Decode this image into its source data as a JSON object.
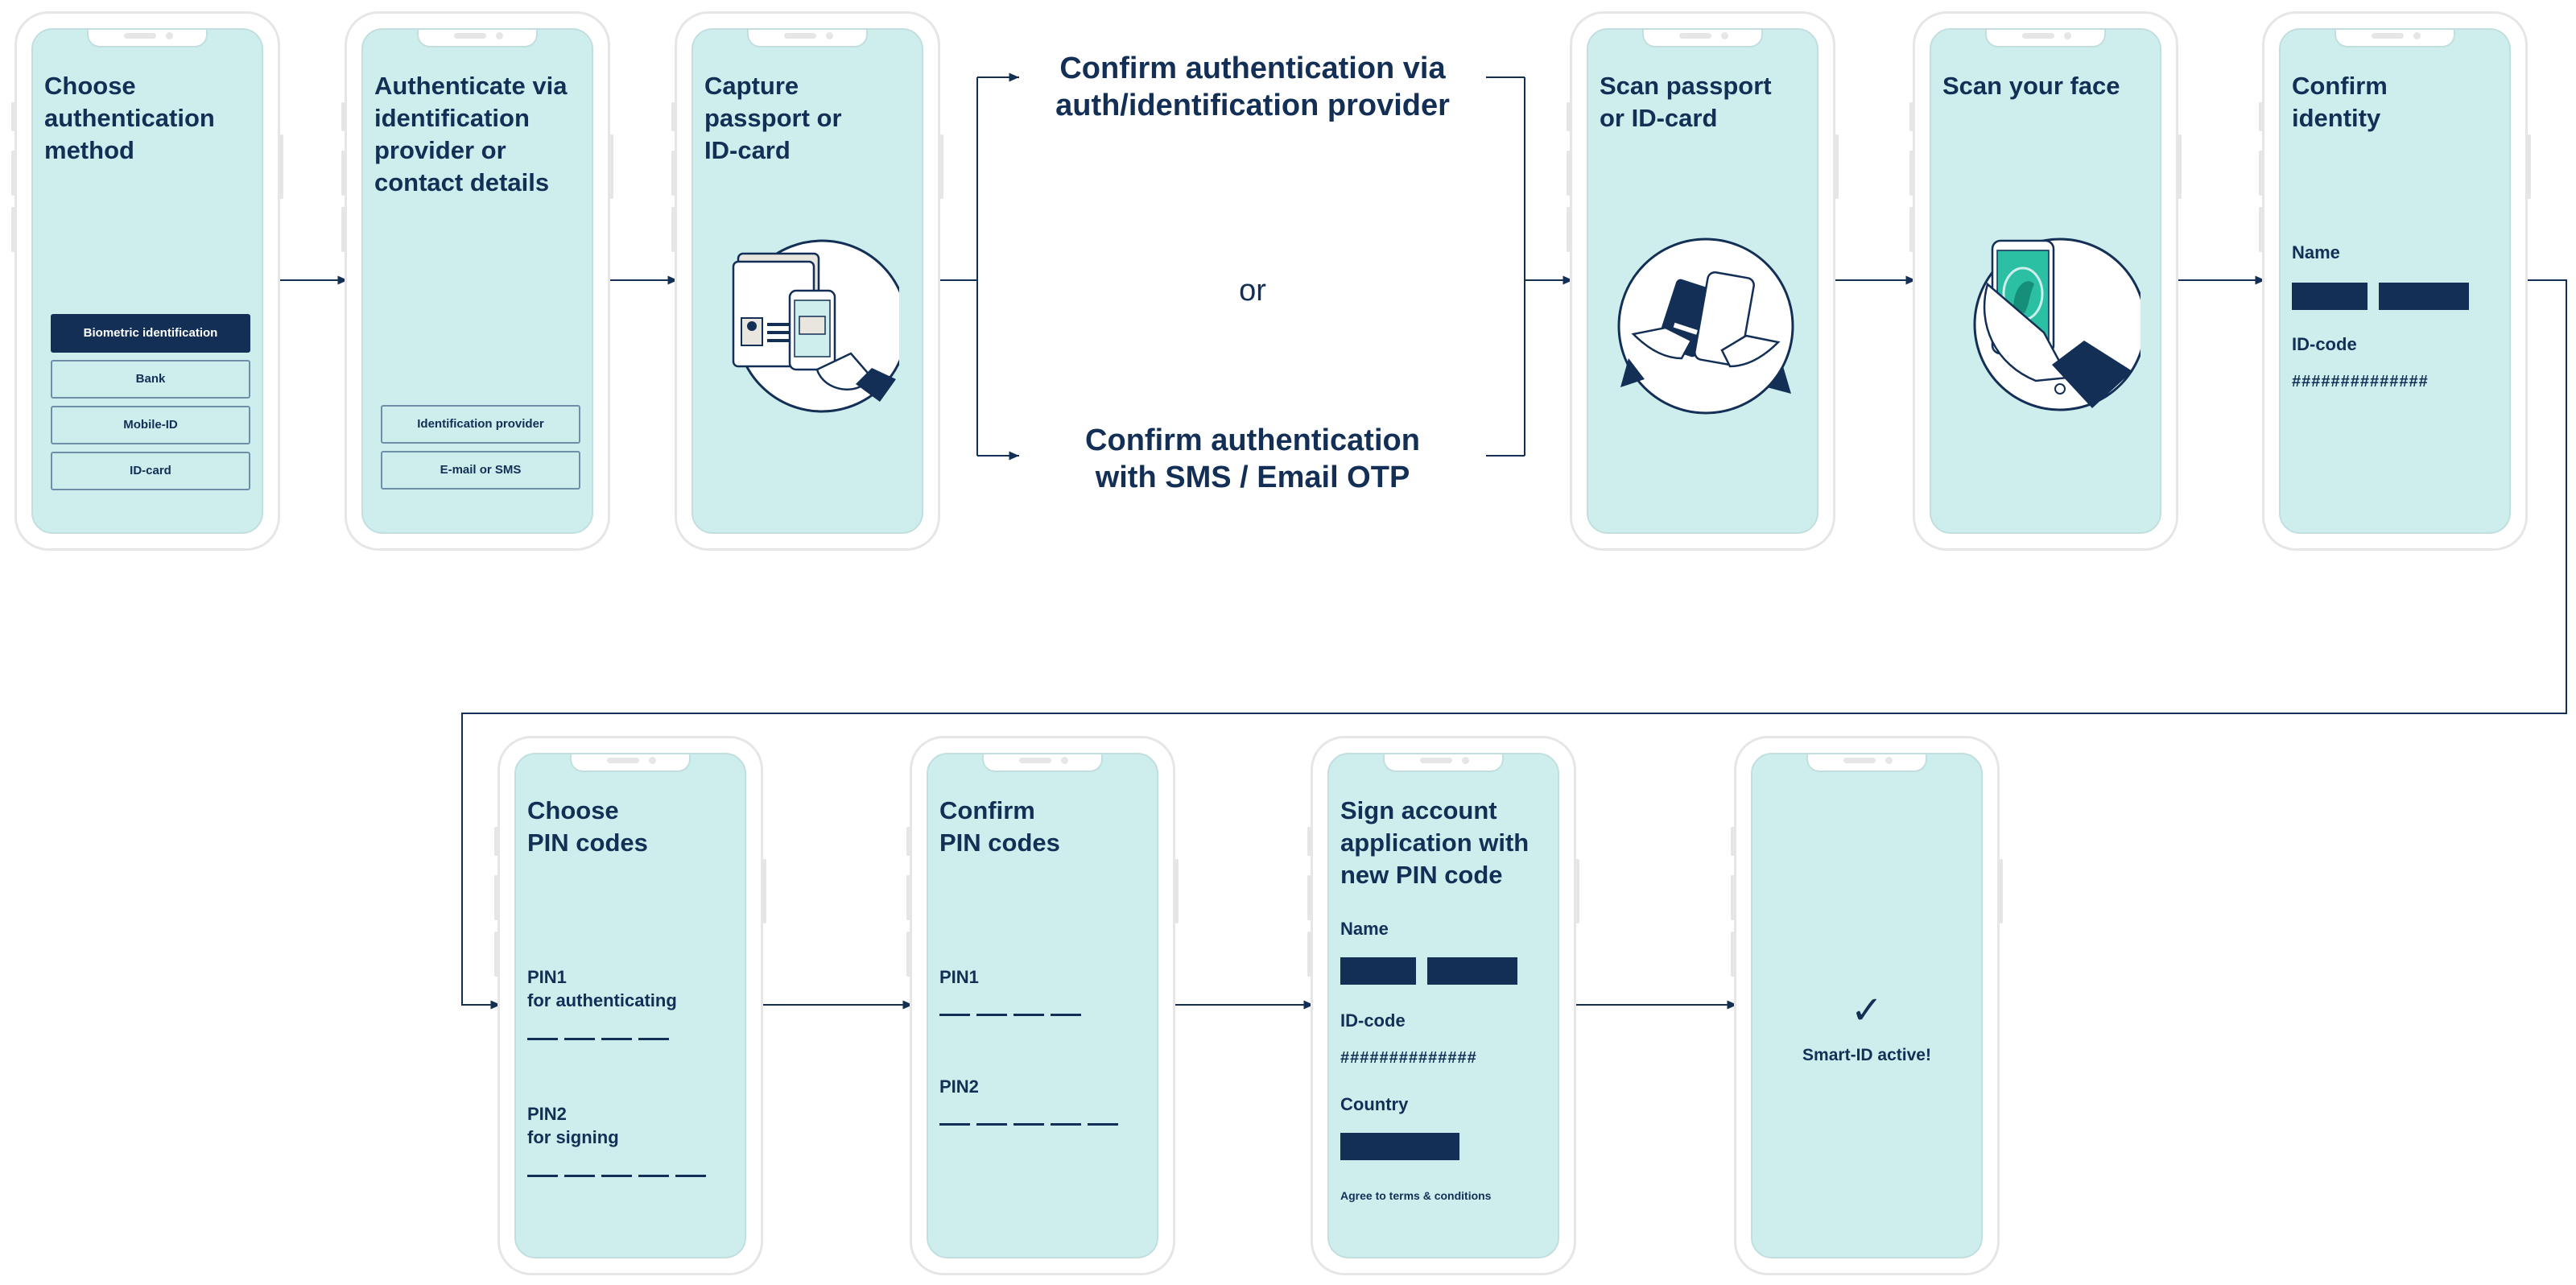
{
  "colors": {
    "navy": "#132f55",
    "screen": "#ceeeee",
    "phone_border": "#e6e6e6"
  },
  "steps": {
    "choose_method": {
      "title": "Choose\nauthentication\nmethod",
      "options": [
        "Biometric identification",
        "Bank",
        "Mobile-ID",
        "ID-card"
      ]
    },
    "authenticate": {
      "title": "Authenticate via\nidentification\nprovider or\ncontact details",
      "options": [
        "Identification provider",
        "E-mail or SMS"
      ]
    },
    "capture_document": {
      "title": "Capture\npassport or\nID-card",
      "illustration": "passport-capture-illustration"
    },
    "branch": {
      "provider": "Confirm authentication via\nauth/identification provider",
      "or": "or",
      "otp": "Confirm authentication\nwith SMS / Email OTP"
    },
    "scan_document": {
      "title": "Scan passport\nor ID-card",
      "illustration": "id-card-scan-illustration"
    },
    "scan_face": {
      "title": "Scan your face",
      "illustration": "face-scan-illustration"
    },
    "confirm_identity": {
      "title": "Confirm\nidentity",
      "name_label": "Name",
      "id_label": "ID-code",
      "id_value": "##############"
    },
    "choose_pins": {
      "title": "Choose\nPIN codes",
      "pin1_label": "PIN1\nfor authenticating",
      "pin1_length": 4,
      "pin2_label": "PIN2\nfor signing",
      "pin2_length": 5
    },
    "confirm_pins": {
      "title": "Confirm\nPIN codes",
      "pin1_label": "PIN1",
      "pin1_length": 4,
      "pin2_label": "PIN2",
      "pin2_length": 5
    },
    "sign_application": {
      "title": "Sign account\napplication with\nnew PIN code",
      "name_label": "Name",
      "id_label": "ID-code",
      "id_value": "##############",
      "country_label": "Country",
      "terms": "Agree to terms & conditions"
    },
    "done": {
      "check_icon": "✓",
      "message": "Smart-ID active!"
    }
  }
}
